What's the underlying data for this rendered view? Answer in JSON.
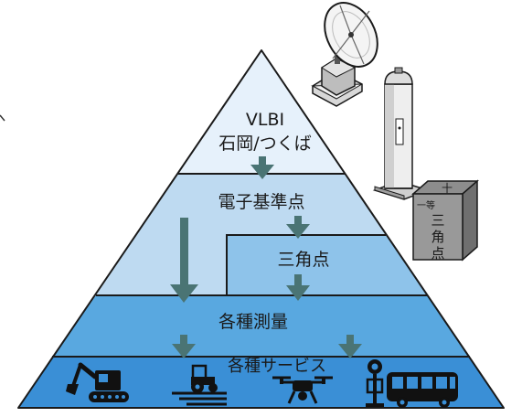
{
  "pyramid": {
    "tier1_line1": "VLBI",
    "tier1_line2": "石岡/つくば",
    "tier2": "電子基準点",
    "tier3": "三角点",
    "tier4": "各種測量",
    "tier5": "各種サービス"
  },
  "triangulation_marker": {
    "top_mark": "十",
    "side_text": "一等",
    "face_line1": "三",
    "face_line2": "角",
    "face_line3": "点"
  },
  "colors": {
    "tier1": "#e6f1fb",
    "tier2": "#bedaf1",
    "tier3": "#8ec3ea",
    "tier4": "#59a8e0",
    "tier5": "#3a8fd6",
    "arrow": "#4a7474",
    "outline": "#1a1a1a"
  },
  "icons": [
    "excavator-icon",
    "tractor-icon",
    "drone-icon",
    "bus-stop-icon",
    "bus-icon"
  ]
}
